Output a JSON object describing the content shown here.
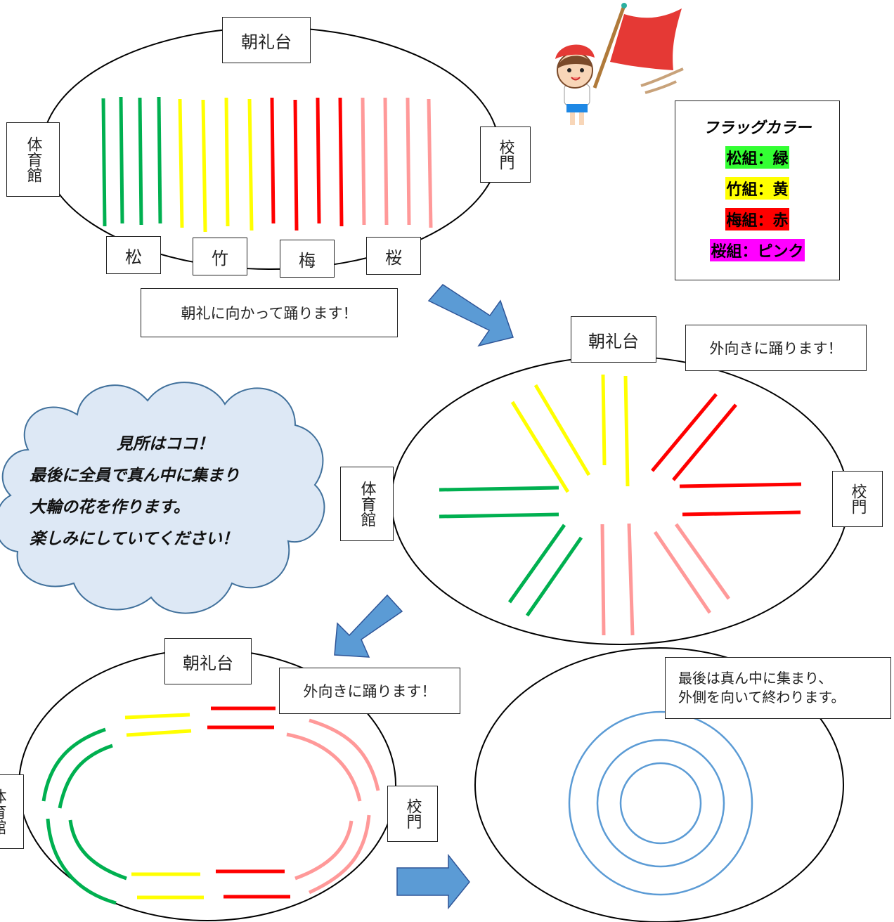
{
  "labels": {
    "chorei": "朝礼台",
    "taiiku": "体育館",
    "komon": "校門",
    "matsu": "松",
    "take": "竹",
    "ume": "梅",
    "sakura": "桜"
  },
  "notes": {
    "step1": "朝礼に向かって踊ります！",
    "step2": "外向きに踊ります！",
    "step3": "外向きに踊ります！",
    "step4": "最後は真ん中に集まり、\n外側を向いて終わります。"
  },
  "legend": {
    "title": "フラッグカラー",
    "items": [
      "松組：緑",
      "竹組：黄",
      "梅組：赤",
      "桜組：ピンク"
    ],
    "highlight_colors": [
      "#33ff33",
      "#ffff00",
      "#ff0000",
      "#ff00ff"
    ]
  },
  "cloud": {
    "lines": [
      "見所はココ！",
      "最後に全員で真ん中に集まり",
      "大輪の花を作ります。",
      "楽しみにしていてください！"
    ]
  },
  "colors": {
    "green": "#00b050",
    "yellow": "#ffff00",
    "red": "#ff0000",
    "pink": "#ff9999",
    "arrow": "#5b9bd5",
    "cloud": "#dde8f5",
    "ring": "#5b9bd5"
  },
  "icons": [
    "flag-girl-illustration",
    "arrow-icon"
  ]
}
